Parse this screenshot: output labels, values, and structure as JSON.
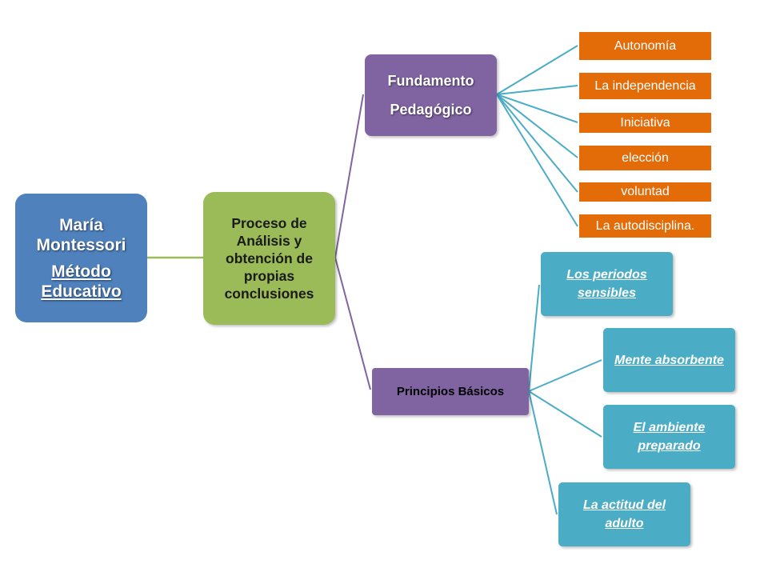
{
  "root": {
    "title": "María Montessori",
    "subtitle": "Método Educativo"
  },
  "process": {
    "label": "Proceso de Análisis y obtención de propias conclusiones"
  },
  "fundamento": {
    "line1": "Fundamento",
    "line2": "Pedagógico"
  },
  "fundamento_items": [
    "Autonomía",
    "La independencia",
    "Iniciativa",
    "elección",
    "voluntad",
    "La autodisciplina."
  ],
  "principios": {
    "label": "Principios  Básicos"
  },
  "principios_items": [
    "Los periodos sensibles",
    "Mente absorbente",
    "El ambiente preparado",
    "La actitud del adulto"
  ],
  "colors": {
    "root": "#4F81BD",
    "process": "#9BBB59",
    "category": "#8064A2",
    "leaf_orange": "#E36C09",
    "leaf_teal": "#4BACC6",
    "connector_green": "#9BBB59",
    "connector_purple": "#8064A2",
    "connector_teal": "#4BACC6"
  }
}
